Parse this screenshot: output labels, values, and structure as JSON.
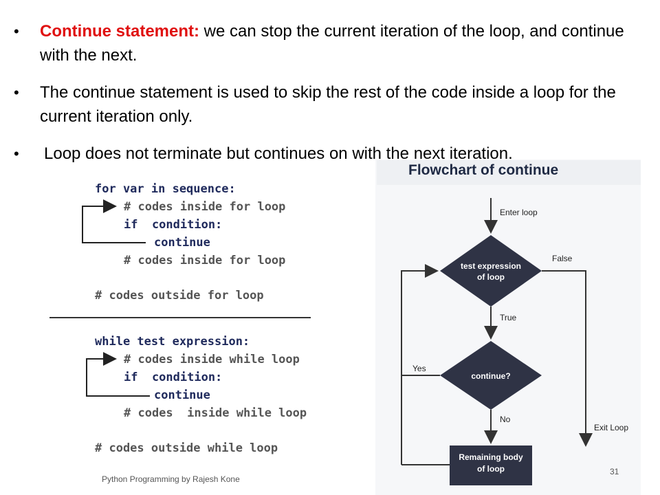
{
  "bullets": [
    {
      "label": "Continue statement:",
      "text": " we can stop the current iteration of the loop, and continue with the next."
    },
    {
      "text": "The continue statement is used to skip the rest of the code inside a loop for the current iteration only."
    },
    {
      "text": " Loop does not terminate but continues on with the next iteration."
    }
  ],
  "for_code": {
    "header": "for var in sequence:",
    "line1": "# codes inside for loop",
    "if_line": "if  condition:",
    "continue": "continue",
    "line2": "# codes inside for loop",
    "outside": "# codes outside for loop"
  },
  "while_code": {
    "header": "while test expression:",
    "line1": "# codes inside while loop",
    "if_line": "if  condition:",
    "continue": "continue",
    "line2": "# codes  inside while loop",
    "outside": "# codes outside while loop"
  },
  "flowchart": {
    "title": "Flowchart of continue",
    "enter": "Enter loop",
    "test_line1": "test expression",
    "test_line2": "of loop",
    "false_label": "False",
    "true_label": "True",
    "yes_label": "Yes",
    "decision": "continue?",
    "no_label": "No",
    "exit": "Exit Loop",
    "body_line1": "Remaining body",
    "body_line2": "of loop"
  },
  "footer": "Python Programming by Rajesh Kone",
  "page_number": "31",
  "colors": {
    "accent": "#e01010",
    "node": "#2f3345",
    "arrow": "#333333"
  }
}
